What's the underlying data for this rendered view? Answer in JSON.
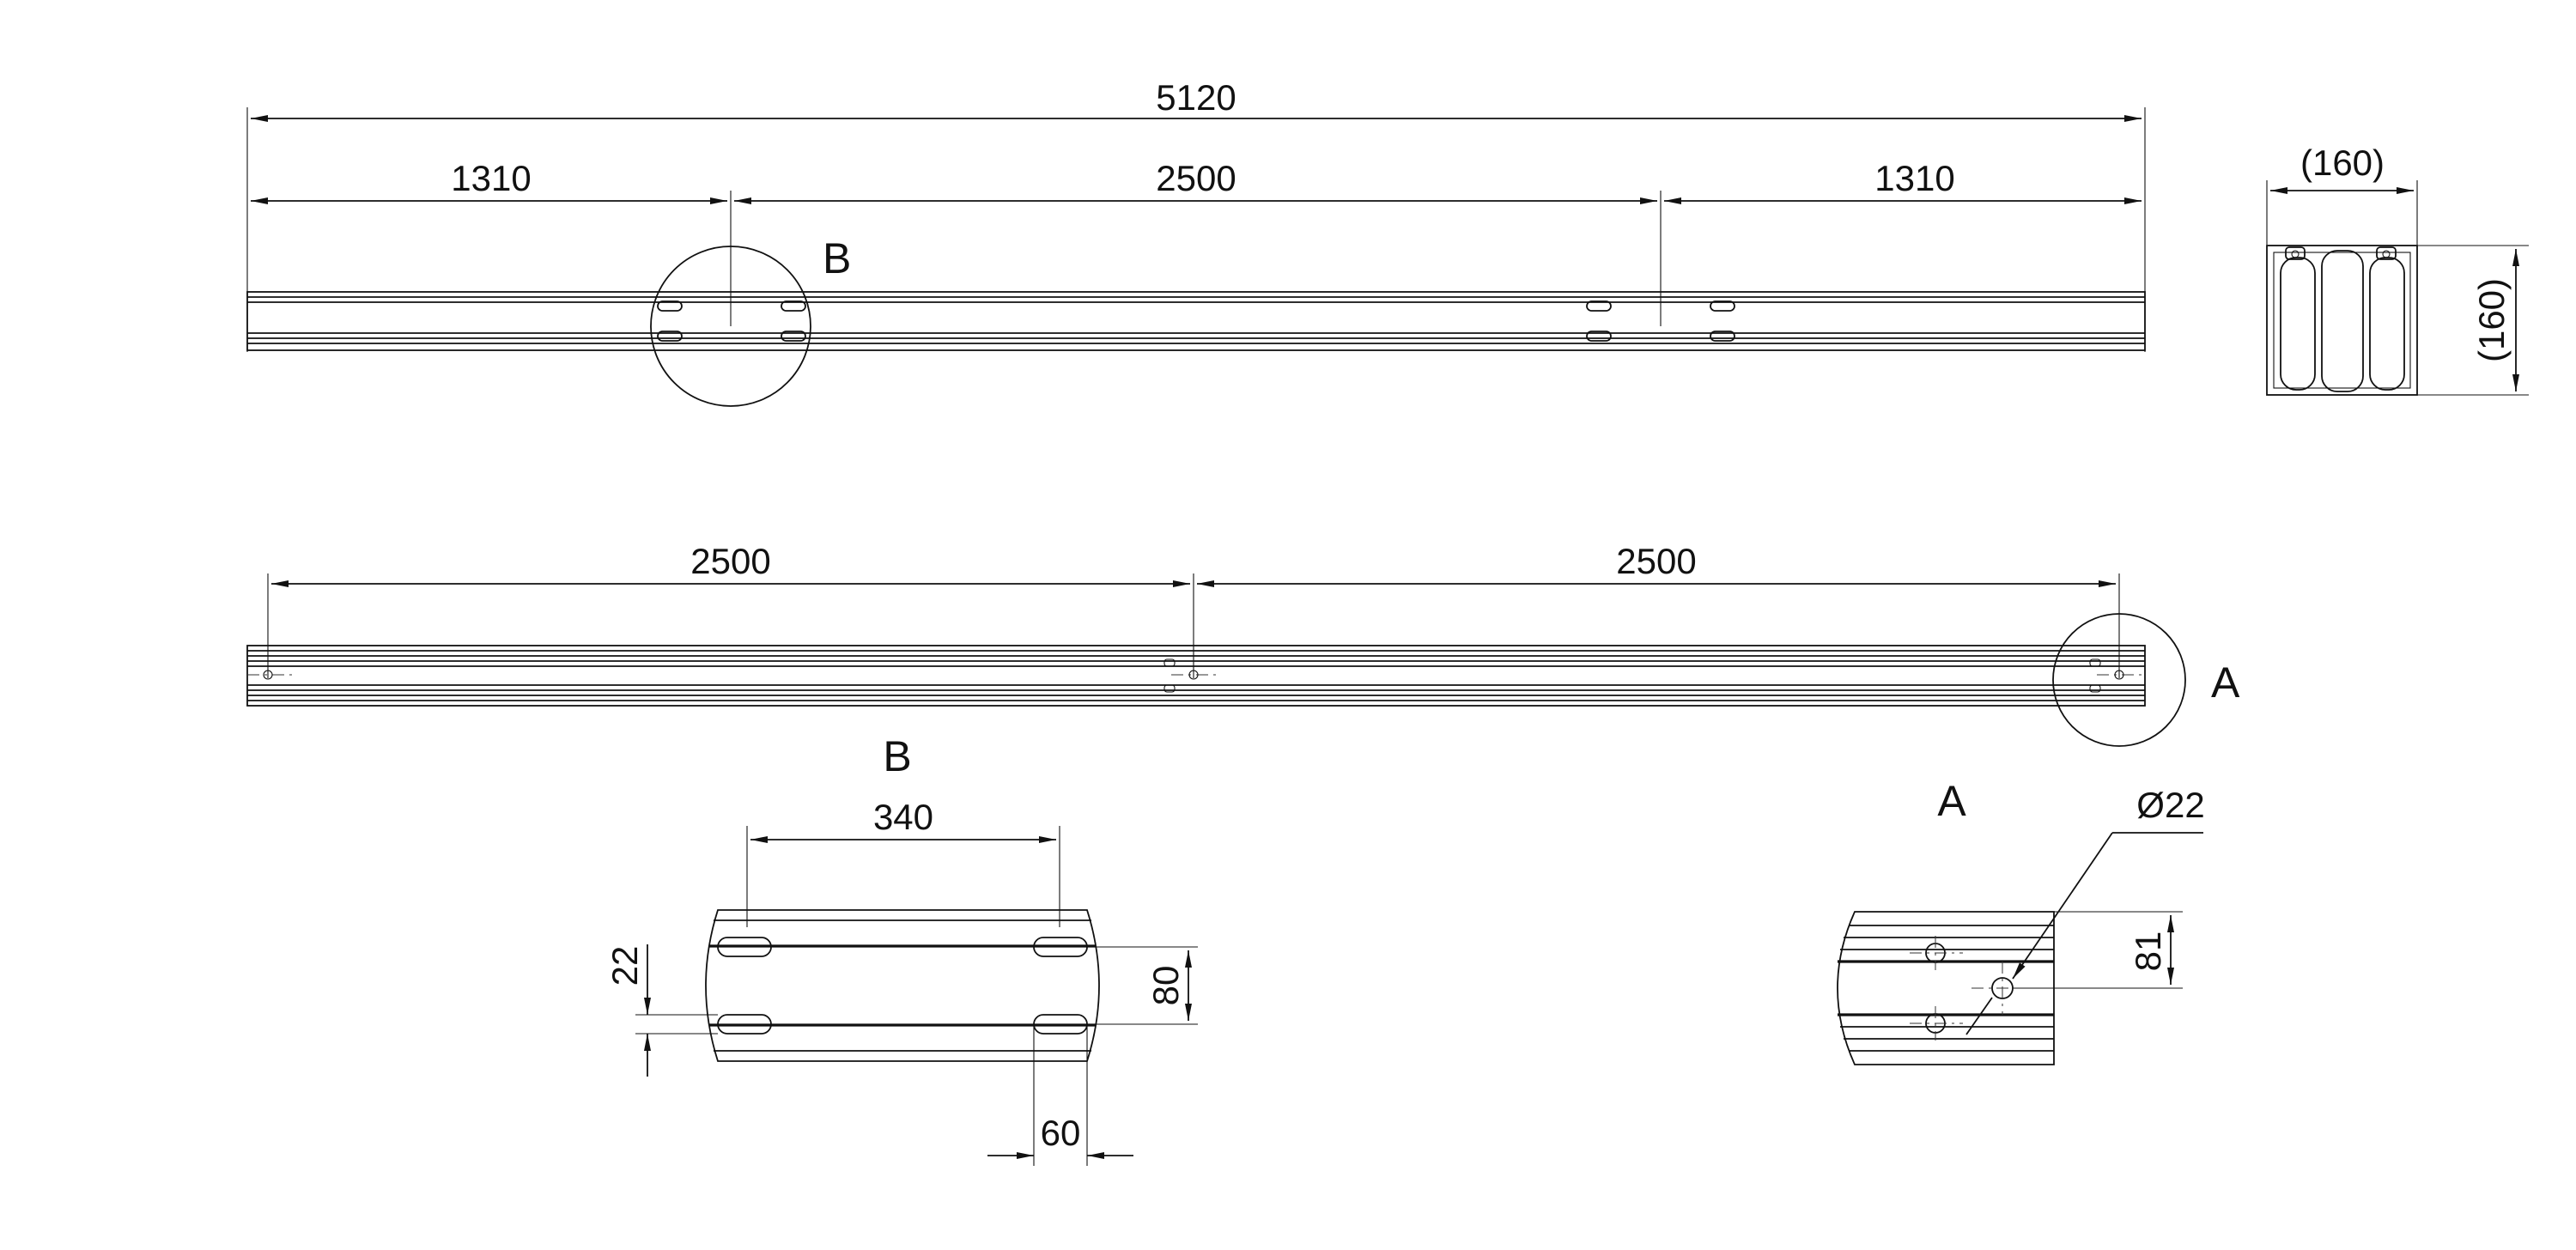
{
  "dimensions": {
    "overall_length": "5120",
    "top_left": "1310",
    "top_middle": "2500",
    "top_right": "1310",
    "section_width": "(160)",
    "section_height": "(160)",
    "bottom_left": "2500",
    "bottom_right": "2500",
    "detail_b_spacing": "340",
    "detail_b_height": "80",
    "detail_b_slot": "22",
    "detail_b_offset": "60",
    "detail_a_hole": "Ø22",
    "detail_a_height": "81"
  },
  "labels": {
    "callout_b": "B",
    "callout_a": "A",
    "detail_b_title": "B",
    "detail_a_title": "A"
  },
  "colors": {
    "line": "#111111",
    "background": "#ffffff"
  }
}
